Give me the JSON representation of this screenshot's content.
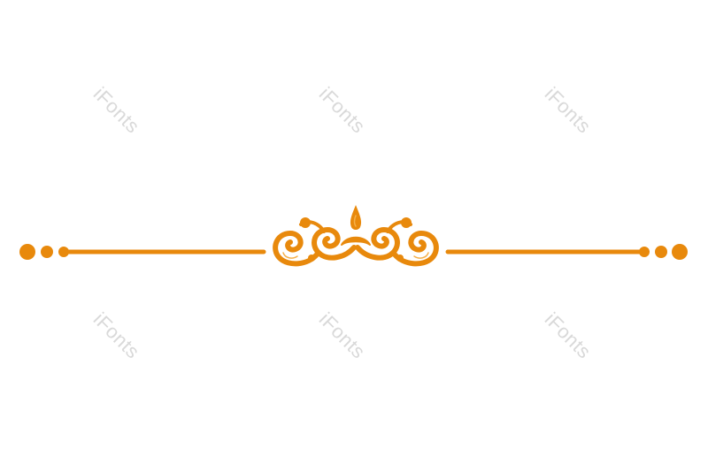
{
  "background_color": "#ffffff",
  "ornament": {
    "name": "decorative-divider",
    "color": "#e8890c",
    "highlight_color": "#f5b04a"
  },
  "watermarks": [
    {
      "text": "iFonts"
    },
    {
      "text": "iFonts"
    },
    {
      "text": "iFonts"
    },
    {
      "text": "iFonts"
    },
    {
      "text": "iFonts"
    },
    {
      "text": "iFonts"
    }
  ]
}
